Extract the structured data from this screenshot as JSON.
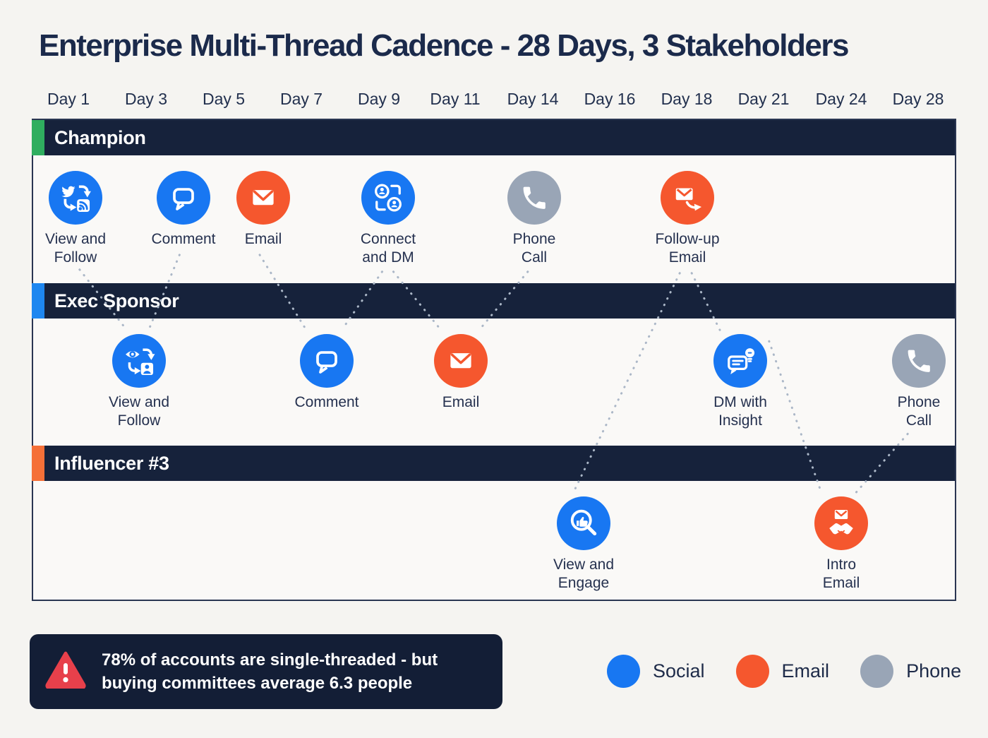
{
  "title": "Enterprise Multi-Thread Cadence - 28 Days, 3 Stakeholders",
  "timeline": {
    "day_labels": [
      "Day 1",
      "Day 3",
      "Day 5",
      "Day 7",
      "Day 9",
      "Day 11",
      "Day 14",
      "Day 16",
      "Day 18",
      "Day 21",
      "Day 24",
      "Day 28"
    ]
  },
  "channels": {
    "social": "#1877F2",
    "email": "#F5572E",
    "phone": "#99A5B6"
  },
  "rows": [
    {
      "name": "Champion",
      "accent_color": "#2FAE5F",
      "touchpoints": [
        {
          "label": "View and Follow",
          "channel": "social",
          "icon": "social-follow-icon"
        },
        {
          "label": "Comment",
          "channel": "social",
          "icon": "comment-icon"
        },
        {
          "label": "Email",
          "channel": "email",
          "icon": "email-icon"
        },
        {
          "label": "Connect and DM",
          "channel": "social",
          "icon": "connect-dm-icon"
        },
        {
          "label": "Phone Call",
          "channel": "phone",
          "icon": "phone-icon"
        },
        {
          "label": "Follow-up Email",
          "channel": "email",
          "icon": "followup-email-icon"
        }
      ]
    },
    {
      "name": "Exec Sponsor",
      "accent_color": "#1E87F0",
      "touchpoints": [
        {
          "label": "View and Follow",
          "channel": "social",
          "icon": "view-follow-icon"
        },
        {
          "label": "Comment",
          "channel": "social",
          "icon": "comment-icon"
        },
        {
          "label": "Email",
          "channel": "email",
          "icon": "email-icon"
        },
        {
          "label": "DM with Insight",
          "channel": "social",
          "icon": "dm-insight-icon"
        },
        {
          "label": "Phone Call",
          "channel": "phone",
          "icon": "phone-icon"
        }
      ]
    },
    {
      "name": "Influencer #3",
      "accent_color": "#F57038",
      "touchpoints": [
        {
          "label": "View and Engage",
          "channel": "social",
          "icon": "search-engage-icon"
        },
        {
          "label": "Intro Email",
          "channel": "email",
          "icon": "handshake-email-icon"
        }
      ]
    }
  ],
  "callout": {
    "text": "78% of accounts are single-threaded - but buying committees average 6.3 people",
    "icon": "warning-icon"
  },
  "legend": [
    {
      "label": "Social",
      "color": "#1877F2"
    },
    {
      "label": "Email",
      "color": "#F5572E"
    },
    {
      "label": "Phone",
      "color": "#99A5B6"
    }
  ]
}
